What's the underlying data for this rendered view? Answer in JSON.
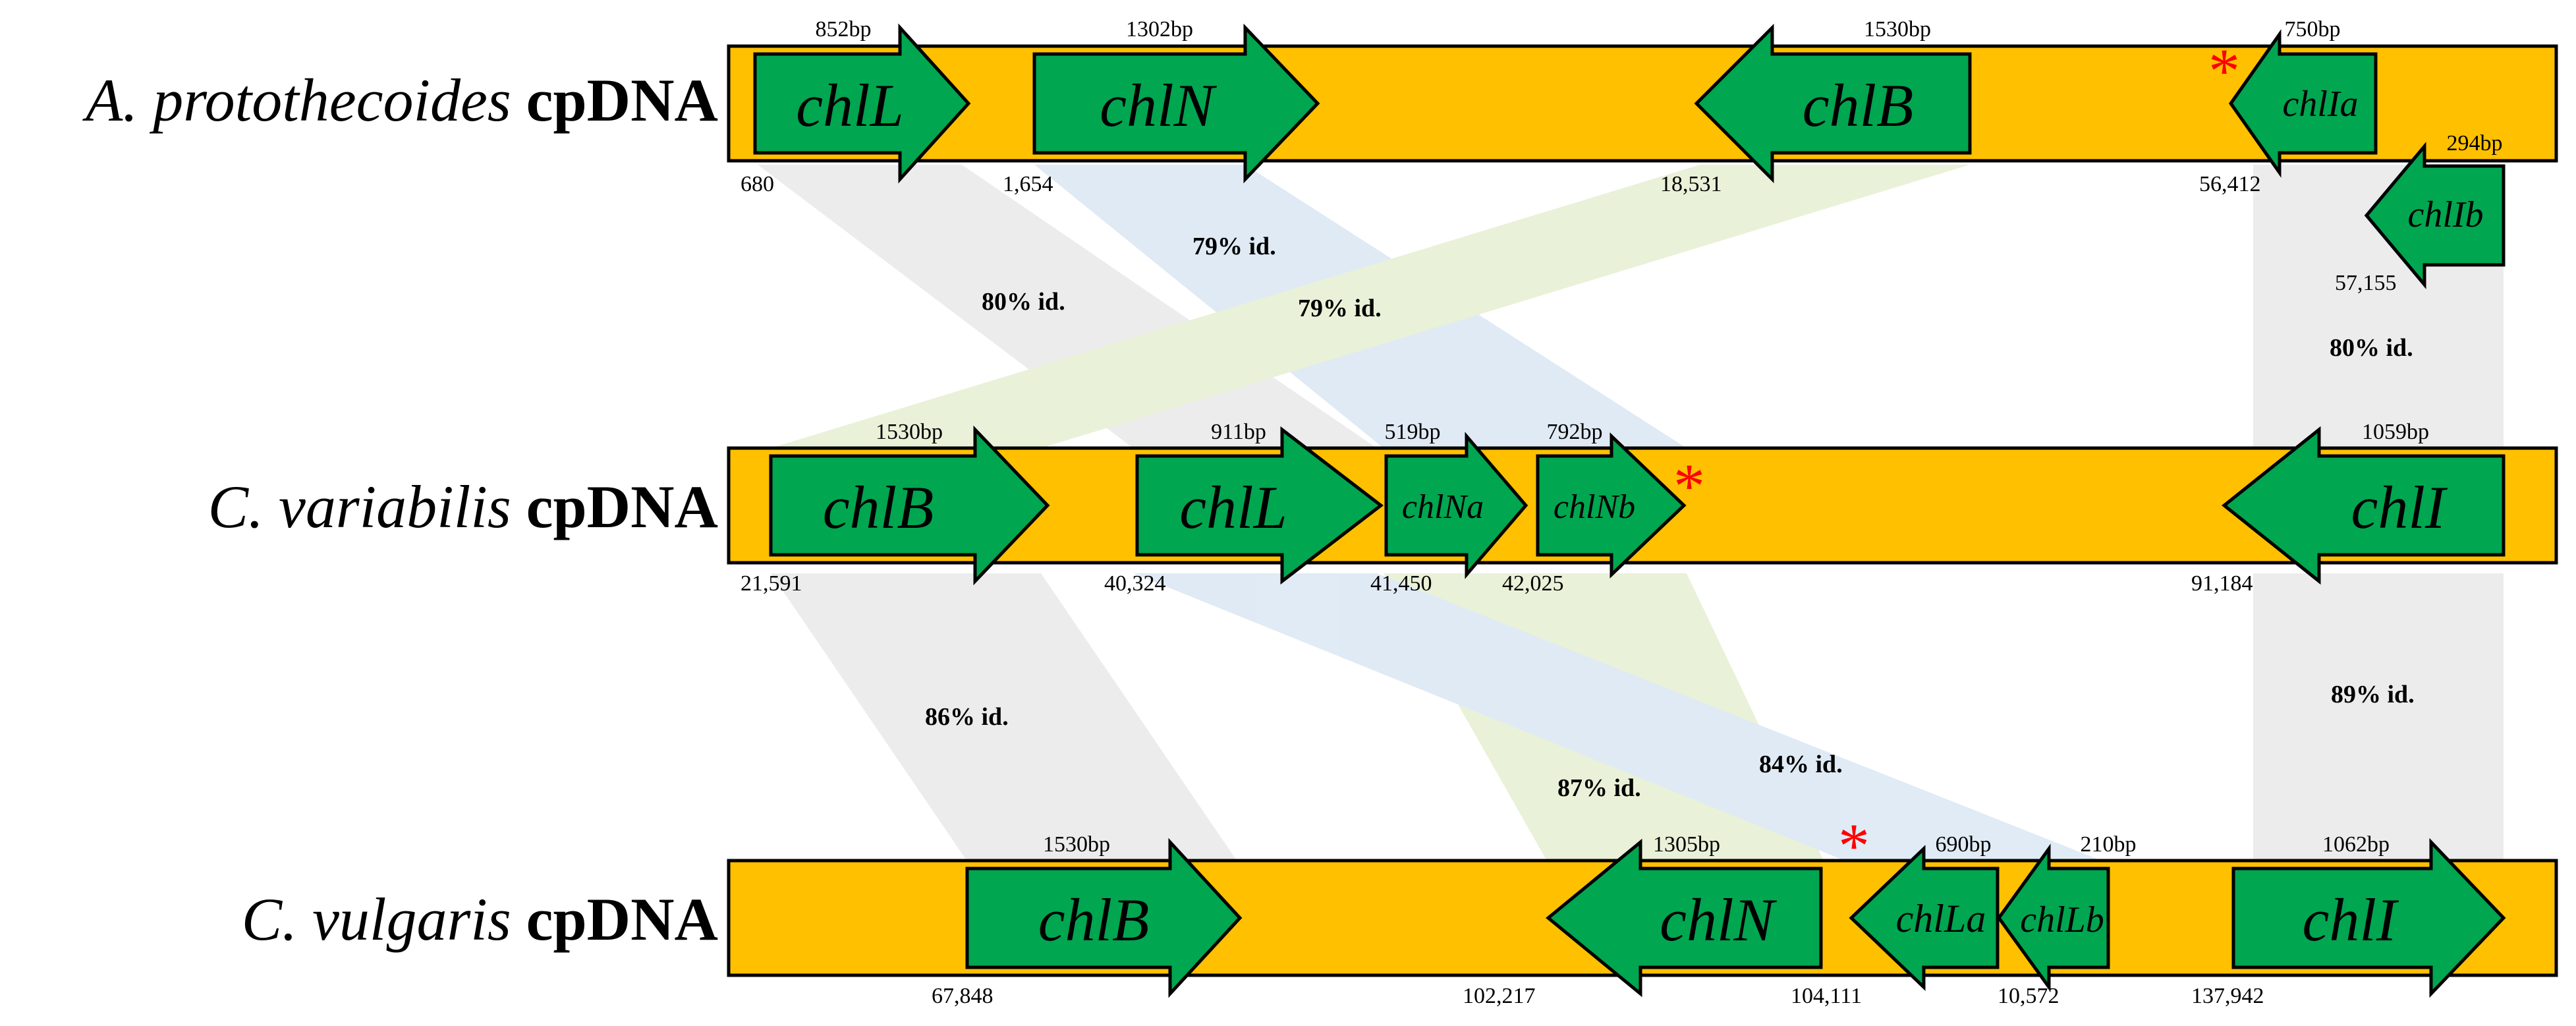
{
  "colors": {
    "genome_bar": "#FFC000",
    "gene": "#00A650",
    "outline": "#000000",
    "asterisk": "#FF0000",
    "band_gray": "#E6E6E6",
    "band_blue": "#D6E4F2",
    "band_green": "#E2EDCC"
  },
  "genomes": [
    {
      "id": "aprot",
      "species": "A. protothecoides",
      "suffix": " cpDNA",
      "genes": [
        {
          "name": "chlL",
          "dir": "right",
          "size": "852bp",
          "pos": "680"
        },
        {
          "name": "chlN",
          "dir": "right",
          "size": "1302bp",
          "pos": "1,654"
        },
        {
          "name": "chlB",
          "dir": "left",
          "size": "1530bp",
          "pos": "18,531"
        },
        {
          "name": "chlIa",
          "dir": "left",
          "size": "750bp",
          "pos": "56,412"
        },
        {
          "name": "chlIb",
          "dir": "left",
          "size": "294bp",
          "pos": "57,155"
        }
      ]
    },
    {
      "id": "cvar",
      "species": "C. variabilis",
      "suffix": " cpDNA",
      "genes": [
        {
          "name": "chlB",
          "dir": "right",
          "size": "1530bp",
          "pos": "21,591"
        },
        {
          "name": "chlL",
          "dir": "right",
          "size": "911bp",
          "pos": "40,324"
        },
        {
          "name": "chlNa",
          "dir": "right",
          "size": "519bp",
          "pos": "41,450"
        },
        {
          "name": "chlNb",
          "dir": "right",
          "size": "792bp",
          "pos": "42,025"
        },
        {
          "name": "chlI",
          "dir": "left",
          "size": "1059bp",
          "pos": "91,184"
        }
      ]
    },
    {
      "id": "cvul",
      "species": "C. vulgaris",
      "suffix": " cpDNA",
      "genes": [
        {
          "name": "chlB",
          "dir": "right",
          "size": "1530bp",
          "pos": "67,848"
        },
        {
          "name": "chlN",
          "dir": "left",
          "size": "1305bp",
          "pos": "102,217"
        },
        {
          "name": "chlLa",
          "dir": "left",
          "size": "690bp",
          "pos": "104,111"
        },
        {
          "name": "chlLb",
          "dir": "left",
          "size": "210bp",
          "pos": "10,572"
        },
        {
          "name": "chlI",
          "dir": "right",
          "size": "1062bp",
          "pos": "137,942"
        }
      ]
    }
  ],
  "asterisk": "*",
  "identities": [
    {
      "label": "79% id."
    },
    {
      "label": "80% id."
    },
    {
      "label": "79% id."
    },
    {
      "label": "80% id."
    },
    {
      "label": "86% id."
    },
    {
      "label": "87% id."
    },
    {
      "label": "84% id."
    },
    {
      "label": "89% id."
    }
  ]
}
